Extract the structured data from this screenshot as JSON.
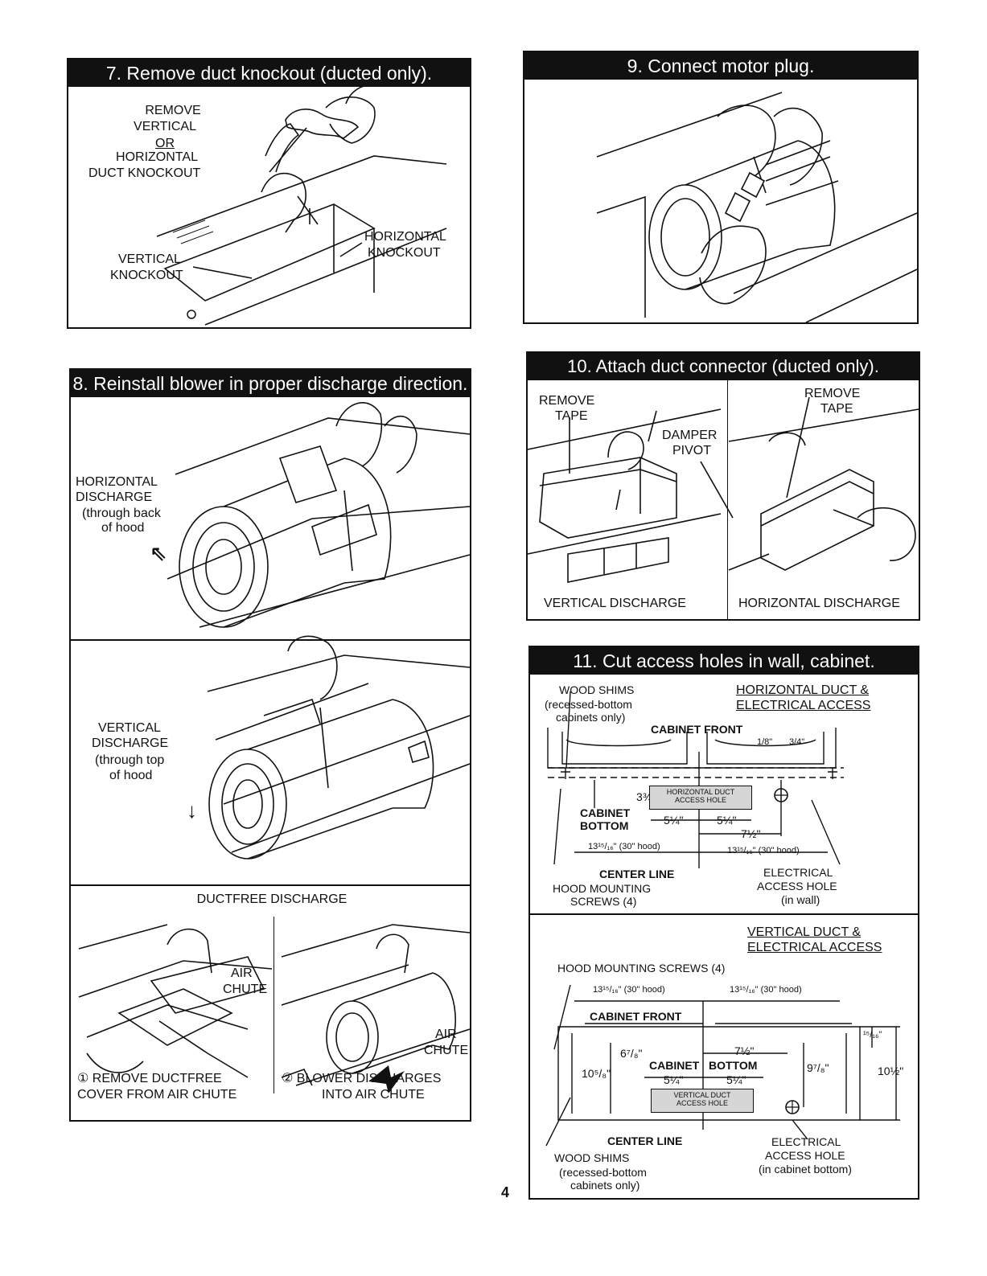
{
  "page_number": "4",
  "step7": {
    "title": "7. Remove duct knockout (ducted only).",
    "remove_line1": "REMOVE",
    "remove_line2": "VERTICAL",
    "remove_line3": "OR",
    "remove_line4": "HORIZONTAL",
    "remove_line5": "DUCT KNOCKOUT",
    "vertical_knockout_1": "VERTICAL",
    "vertical_knockout_2": "KNOCKOUT",
    "horizontal_knockout_1": "HORIZONTAL",
    "horizontal_knockout_2": "KNOCKOUT"
  },
  "step8": {
    "title": "8. Reinstall blower in proper discharge direction.",
    "horizontal_1": "HORIZONTAL",
    "horizontal_2": "DISCHARGE",
    "horizontal_3": "(through back",
    "horizontal_4": "of hood",
    "vertical_1": "VERTICAL",
    "vertical_2": "DISCHARGE",
    "vertical_3": "(through top",
    "vertical_4": "of hood",
    "ductfree_title": "DUCTFREE DISCHARGE",
    "air_chute_a1": "AIR",
    "air_chute_a2": "CHUTE",
    "air_chute_b1": "AIR",
    "air_chute_b2": "CHUTE",
    "step_a_1": "① REMOVE DUCTFREE",
    "step_a_2": "COVER FROM AIR CHUTE",
    "step_b_1": "② BLOWER DISCHARGES",
    "step_b_2": "INTO AIR CHUTE"
  },
  "step9": {
    "title": "9. Connect motor plug."
  },
  "step10": {
    "title": "10. Attach duct connector (ducted only).",
    "remove_tape_left_1": "REMOVE",
    "remove_tape_left_2": "TAPE",
    "damper_pivot_1": "DAMPER",
    "damper_pivot_2": "PIVOT",
    "remove_tape_right_1": "REMOVE",
    "remove_tape_right_2": "TAPE",
    "vertical_caption": "VERTICAL DISCHARGE",
    "horizontal_caption": "HORIZONTAL DISCHARGE"
  },
  "step11": {
    "title": "11. Cut access holes in wall, cabinet.",
    "wood_shims_1": "WOOD SHIMS",
    "wood_shims_2": "(recessed-bottom",
    "wood_shims_3": "cabinets only)",
    "h_access_1": "HORIZONTAL DUCT &",
    "h_access_2": "ELECTRICAL ACCESS",
    "cabinet_front": "CABINET FRONT",
    "dim_eighth": "1/8\"",
    "dim_three_quarter": "3/4\"",
    "dim_3_3_4": "3¾\"",
    "h_hole_1": "HORIZONTAL DUCT",
    "h_hole_2": "ACCESS HOLE",
    "cabinet_bottom_1": "CABINET",
    "cabinet_bottom_2": "BOTTOM",
    "dim_5_1_4_a": "5¼\"",
    "dim_5_1_4_b": "5¼\"",
    "dim_7_1_2": "7½\"",
    "dim_13_left": "13¹⁵/₁₆\" (30\" hood)",
    "dim_13_right": "13¹⁵/₁₆\" (30\" hood)",
    "center_line": "CENTER LINE",
    "hood_screws_1": "HOOD MOUNTING",
    "hood_screws_2": "SCREWS (4)",
    "elec_hole_1": "ELECTRICAL",
    "elec_hole_2": "ACCESS HOLE",
    "elec_hole_3": "(in wall)",
    "v_access_1": "VERTICAL DUCT &",
    "v_access_2": "ELECTRICAL ACCESS",
    "v_hood_screws": "HOOD MOUNTING SCREWS (4)",
    "v_dim_13_left": "13¹⁵/₁₆\" (30\" hood)",
    "v_dim_13_right": "13¹⁵/₁₆\" (30\" hood)",
    "v_cabinet_front": "CABINET FRONT",
    "v_dim_15_16": "¹⁵/₁₆\"",
    "v_dim_6_7_8": "6⁷/₈\"",
    "v_dim_7_1_2": "7½\"",
    "v_dim_10_5_8": "10⁵/₈\"",
    "v_cabinet_bottom_a": "CABINET",
    "v_cabinet_bottom_b": "BOTTOM",
    "v_dim_9_7_8": "9⁷/₈\"",
    "v_dim_10_1_2": "10½\"",
    "v_dim_5_1_4_a": "5¼\"",
    "v_dim_5_1_4_b": "5¼\"",
    "v_hole_1": "VERTICAL DUCT",
    "v_hole_2": "ACCESS HOLE",
    "v_center_line": "CENTER LINE",
    "v_wood_shims_1": "WOOD SHIMS",
    "v_wood_shims_2": "(recessed-bottom",
    "v_wood_shims_3": "cabinets only)",
    "v_elec_1": "ELECTRICAL",
    "v_elec_2": "ACCESS HOLE",
    "v_elec_3": "(in cabinet bottom)"
  }
}
